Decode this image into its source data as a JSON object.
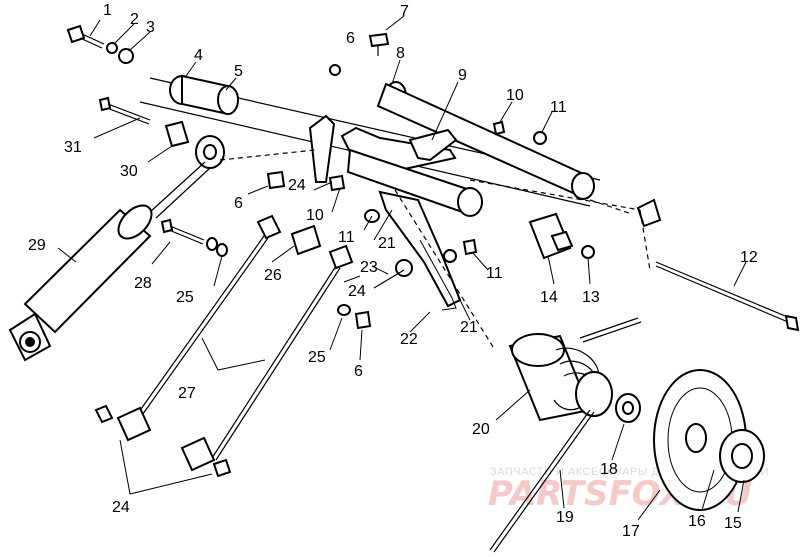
{
  "callouts": [
    {
      "id": "1",
      "label": "1"
    },
    {
      "id": "2",
      "label": "2"
    },
    {
      "id": "3",
      "label": "3"
    },
    {
      "id": "4",
      "label": "4"
    },
    {
      "id": "5",
      "label": "5"
    },
    {
      "id": "6a",
      "label": "6"
    },
    {
      "id": "7",
      "label": "7"
    },
    {
      "id": "8",
      "label": "8"
    },
    {
      "id": "9",
      "label": "9"
    },
    {
      "id": "10a",
      "label": "10"
    },
    {
      "id": "11a",
      "label": "11"
    },
    {
      "id": "31",
      "label": "31"
    },
    {
      "id": "30",
      "label": "30"
    },
    {
      "id": "6b",
      "label": "6"
    },
    {
      "id": "24a",
      "label": "24"
    },
    {
      "id": "10b",
      "label": "10"
    },
    {
      "id": "29",
      "label": "29"
    },
    {
      "id": "11b",
      "label": "11"
    },
    {
      "id": "21a",
      "label": "21"
    },
    {
      "id": "11c",
      "label": "11"
    },
    {
      "id": "12",
      "label": "12"
    },
    {
      "id": "28",
      "label": "28"
    },
    {
      "id": "26",
      "label": "26"
    },
    {
      "id": "23",
      "label": "23"
    },
    {
      "id": "24b",
      "label": "24"
    },
    {
      "id": "14",
      "label": "14"
    },
    {
      "id": "13",
      "label": "13"
    },
    {
      "id": "25a",
      "label": "25"
    },
    {
      "id": "22",
      "label": "22"
    },
    {
      "id": "21b",
      "label": "21"
    },
    {
      "id": "25b",
      "label": "25"
    },
    {
      "id": "6c",
      "label": "6"
    },
    {
      "id": "27",
      "label": "27"
    },
    {
      "id": "20",
      "label": "20"
    },
    {
      "id": "18",
      "label": "18"
    },
    {
      "id": "24c",
      "label": "24"
    },
    {
      "id": "19",
      "label": "19"
    },
    {
      "id": "17",
      "label": "17"
    },
    {
      "id": "16",
      "label": "16"
    },
    {
      "id": "15",
      "label": "15"
    }
  ],
  "watermark": {
    "caption": "ЗАПЧАСТИ И АКСЕССУАРЫ ДЛЯ МОТОТЕХНИКИ",
    "brand": "PARTSFOX.RU"
  }
}
